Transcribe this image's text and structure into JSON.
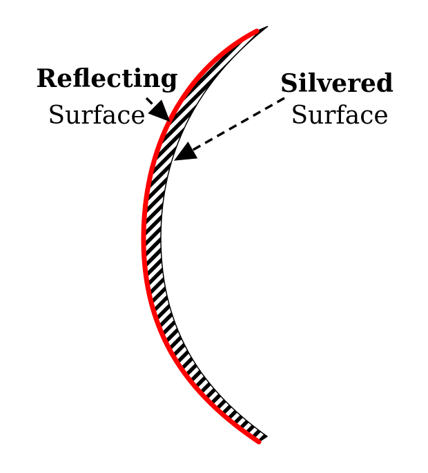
{
  "labels": {
    "reflecting_title": "Reflecting",
    "reflecting_sub": "Surface",
    "silvered_title": "Silvered",
    "silvered_sub": "Surface"
  },
  "colors": {
    "reflecting_surface": "#ff0000",
    "hatching": "#000000",
    "arrows": "#000000",
    "background": "#ffffff"
  },
  "icons": {
    "reflecting_pointer": "dashed-arrow",
    "silvered_pointer": "dashed-arrow"
  }
}
